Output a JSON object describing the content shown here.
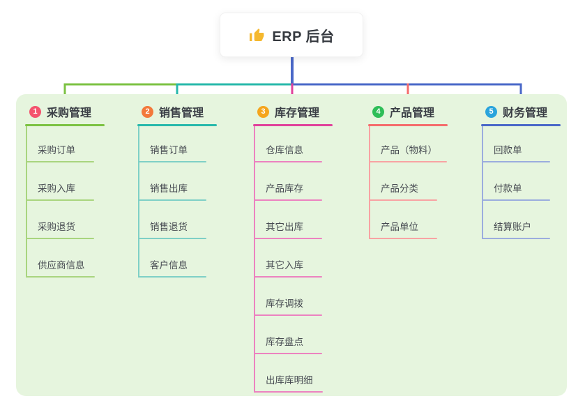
{
  "root": {
    "label": "ERP 后台",
    "icon": "thumbs-up-icon",
    "icon_color": "#f5b82e"
  },
  "panel": {
    "background": "#e6f5de"
  },
  "connector_color": "#4a68c8",
  "branches": [
    {
      "badge": "1",
      "label": "采购管理",
      "badge_color": "#f4536e",
      "line_color": "#7cc243",
      "light_color": "#a9d57f",
      "items": [
        "采购订单",
        "采购入库",
        "采购退货",
        "供应商信息"
      ]
    },
    {
      "badge": "2",
      "label": "销售管理",
      "badge_color": "#f3793b",
      "line_color": "#28b9ab",
      "light_color": "#7fd0c6",
      "items": [
        "销售订单",
        "销售出库",
        "销售退货",
        "客户信息"
      ]
    },
    {
      "badge": "3",
      "label": "库存管理",
      "badge_color": "#f5a51d",
      "line_color": "#e0429b",
      "light_color": "#ec82c0",
      "items": [
        "仓库信息",
        "产品库存",
        "其它出库",
        "其它入库",
        "库存调拨",
        "库存盘点",
        "出库库明细"
      ]
    },
    {
      "badge": "4",
      "label": "产品管理",
      "badge_color": "#2fbe58",
      "line_color": "#f56c6c",
      "light_color": "#f8a3a3",
      "items": [
        "产品（物料）",
        "产品分类",
        "产品单位"
      ]
    },
    {
      "badge": "5",
      "label": "财务管理",
      "badge_color": "#2aa4dc",
      "line_color": "#4a68c8",
      "light_color": "#9badde",
      "items": [
        "回款单",
        "付款单",
        "结算账户"
      ]
    }
  ]
}
